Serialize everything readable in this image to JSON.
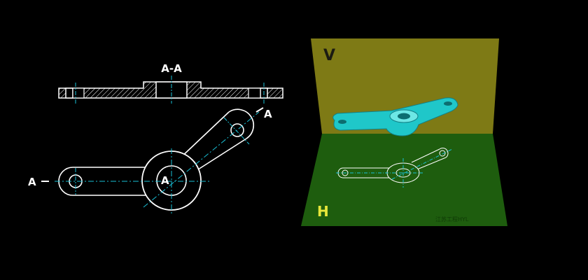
{
  "drawing": {
    "section_title": "A-A",
    "cut_label_left": "A",
    "cut_label_right": "A",
    "cut_label_center": "A"
  },
  "model_view": {
    "v_plane_label": "V",
    "h_plane_label": "H",
    "watermark": "江苏工程HYL"
  },
  "colors": {
    "line": "#ffffff",
    "center_line": "#19c0d6",
    "v_plane": "#7e7a15",
    "h_plane": "#1e5d0e",
    "part": "#1fc7c9",
    "h_label": "#e6e63a"
  }
}
